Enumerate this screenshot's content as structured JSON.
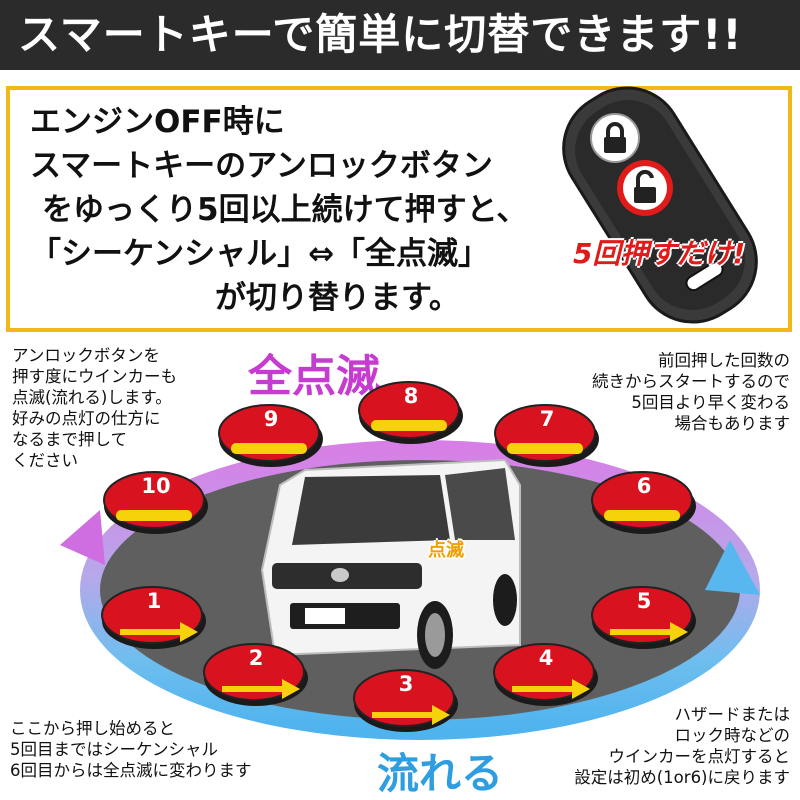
{
  "header": {
    "title": "スマートキーで簡単に切替できます!!"
  },
  "instructions": {
    "line1": "エンジンOFF時に",
    "line2": "スマートキーのアンロックボタン",
    "line3": "をゆっくり5回以上続けて押すと、",
    "line4": "「シーケンシャル」⇔「全点滅」",
    "line5": "が切り替ります。"
  },
  "badge_press": "5回押すだけ!",
  "notes": {
    "top_left": [
      "アンロックボタンを",
      "押す度にウインカーも",
      "点滅(流れる)します。",
      "好みの点灯の仕方に",
      "なるまで押して",
      "ください"
    ],
    "top_right": [
      "前回押した回数の",
      "続きからスタートするので",
      "5回目より早く変わる",
      "場合もあります"
    ],
    "bottom_left": [
      "ここから押し始めると",
      "5回目まではシーケンシャル",
      "6回目からは全点滅に変わります"
    ],
    "bottom_right": [
      "ハザードまたは",
      "ロック時などの",
      "ウインカーを点灯すると",
      "設定は初め(1or6)に戻ります"
    ]
  },
  "labels": {
    "full_flash": "全点滅",
    "flowing": "流れる",
    "flash_badge": "点滅"
  },
  "buttons": [
    "1",
    "2",
    "3",
    "4",
    "5",
    "6",
    "7",
    "8",
    "9",
    "10"
  ],
  "colors": {
    "header_bg": "#2b2b2b",
    "box_border": "#f2b81a",
    "button_red": "#d9121f",
    "stripe_yellow": "#f5d20a",
    "arrow_purple": "#cf6ee0",
    "arrow_blue": "#58b7ee",
    "accent_red": "#e11a1a"
  }
}
